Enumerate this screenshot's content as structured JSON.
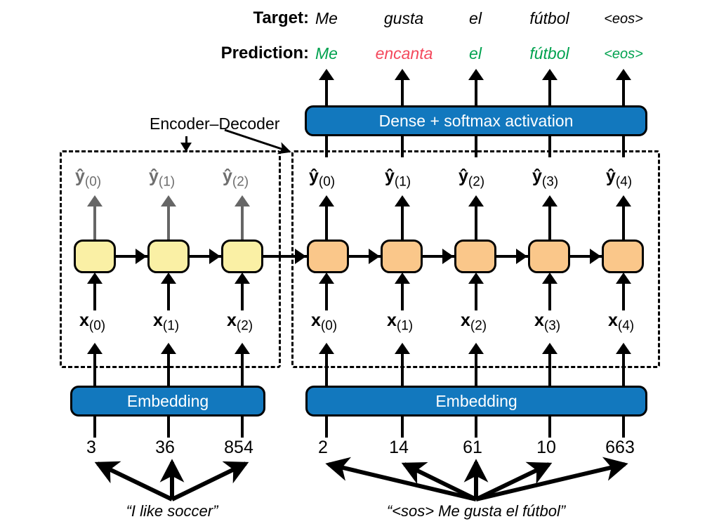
{
  "title": "Encoder-Decoder sequence-to-sequence network diagram",
  "rows": {
    "target_label": "Target:",
    "prediction_label": "Prediction:",
    "target_tokens": [
      "Me",
      "gusta",
      "el",
      "fútbol",
      "<eos>"
    ],
    "prediction_tokens": [
      "Me",
      "encanta",
      "el",
      "fútbol",
      "<eos>"
    ],
    "prediction_colors": [
      "#00a24f",
      "#f4485c",
      "#00a24f",
      "#00a24f",
      "#00a24f"
    ]
  },
  "dense_bar": {
    "label": "Dense + softmax activation"
  },
  "annotation": {
    "label": "Encoder–Decoder"
  },
  "encoder": {
    "embedding_label": "Embedding",
    "output_labels": [
      {
        "base": "ŷ",
        "sub": "(0)"
      },
      {
        "base": "ŷ",
        "sub": "(1)"
      },
      {
        "base": "ŷ",
        "sub": "(2)"
      }
    ],
    "input_labels": [
      {
        "base": "x",
        "sub": "(0)"
      },
      {
        "base": "x",
        "sub": "(1)"
      },
      {
        "base": "x",
        "sub": "(2)"
      }
    ],
    "token_ids": [
      "3",
      "36",
      "854"
    ],
    "caption": "“I like soccer”",
    "cell_color": "#faf0a5"
  },
  "decoder": {
    "embedding_label": "Embedding",
    "output_labels": [
      {
        "base": "ŷ",
        "sub": "(0)"
      },
      {
        "base": "ŷ",
        "sub": "(1)"
      },
      {
        "base": "ŷ",
        "sub": "(2)"
      },
      {
        "base": "ŷ",
        "sub": "(3)"
      },
      {
        "base": "ŷ",
        "sub": "(4)"
      }
    ],
    "input_labels": [
      {
        "base": "x",
        "sub": "(0)"
      },
      {
        "base": "x",
        "sub": "(1)"
      },
      {
        "base": "x",
        "sub": "(2)"
      },
      {
        "base": "x",
        "sub": "(3)"
      },
      {
        "base": "x",
        "sub": "(4)"
      }
    ],
    "token_ids": [
      "2",
      "14",
      "61",
      "10",
      "663"
    ],
    "caption": "“<sos> Me gusta el fútbol”",
    "cell_color": "#fac78a"
  },
  "colors": {
    "blue": "#1278be",
    "green": "#00a24f",
    "red": "#f4485c",
    "gray": "#6e6e6e",
    "black": "#000000"
  }
}
